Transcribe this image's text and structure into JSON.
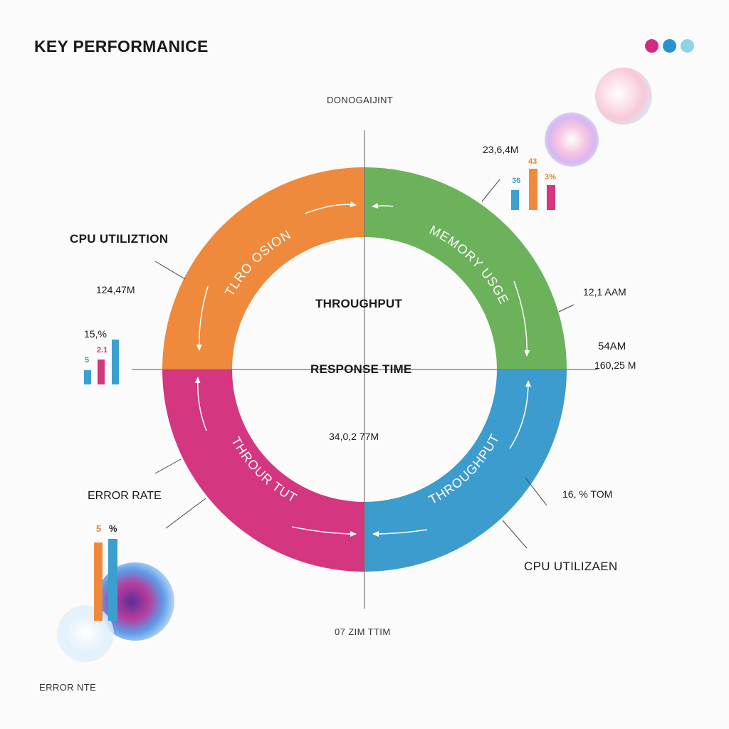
{
  "header": {
    "title": "KEY PERFORMANICE",
    "dots": [
      {
        "icon": "dot-magenta-icon",
        "color": "#d6297e"
      },
      {
        "icon": "dot-blue-icon",
        "color": "#2891cf"
      },
      {
        "icon": "dot-cyan-icon",
        "color": "#8fd3e6"
      }
    ]
  },
  "diagram": {
    "top_label": "DONOGAIJINT",
    "bottom_label": "07 ZIM TTIM",
    "center_top": "THROUGHPUT",
    "center_middle": "RESPONSE TIME",
    "center_value": "34,0,2 77M",
    "segments": {
      "top_left": {
        "label": "TLRO OSION",
        "color": "#ef8a3c"
      },
      "top_right": {
        "label": "MEMORY USGE",
        "color": "#6bb25a"
      },
      "bottom_left": {
        "label": "THROUR TUT",
        "color": "#d4367f"
      },
      "bottom_right": {
        "label": "THROUGHPUT",
        "color": "#3c9ccd"
      }
    }
  },
  "left": {
    "cpu_label": "CPU UTILIZTION",
    "cpu_value": "124,47M",
    "chart1": {
      "top_label": "15,%",
      "bars": [
        {
          "value_label": "5",
          "color": "#3b9fcf",
          "label_color": "#2aa39a"
        },
        {
          "value_label": "2.1",
          "color": "#d4367f",
          "label_color": "#d4367f"
        },
        {
          "value_label": "",
          "color": "#3b9fcf",
          "label_color": "#3b9fcf"
        }
      ]
    },
    "error_label": "ERROR RATE",
    "chart2": {
      "labels": [
        {
          "text": "5",
          "color": "#e5862f"
        },
        {
          "text": "%",
          "color": "#222222"
        }
      ],
      "bars": [
        {
          "color": "#ef8a3c"
        },
        {
          "color": "#3b9fcf"
        }
      ]
    },
    "footer_label": "ERROR NTE"
  },
  "right": {
    "top_value": "23,6,4M",
    "chart": {
      "bars": [
        {
          "value_label": "36",
          "color": "#3b9fcf",
          "label_color": "#3b9fcf"
        },
        {
          "value_label": "43",
          "color": "#ef8a3c",
          "label_color": "#e5862f"
        },
        {
          "value_label": "3%",
          "color": "#d4367f",
          "label_color": "#e5862f"
        }
      ]
    },
    "value_1": "12,1 AAM",
    "value_2": "54AM",
    "value_3": "160,25 M",
    "value_4": "16, % TOM",
    "cpu_label": "CPU UTILIZAEN"
  }
}
